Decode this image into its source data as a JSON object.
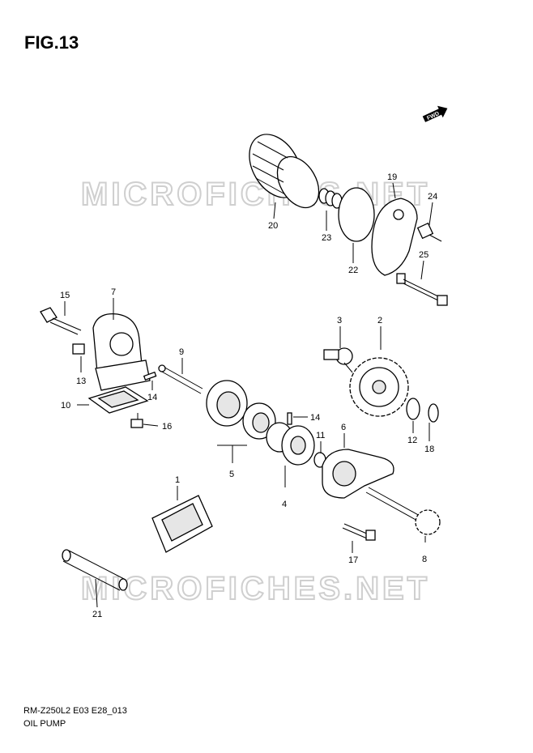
{
  "figure_title": "FIG.13",
  "watermark_text": "MICROFICHES.NET",
  "direction_badge": "FWD",
  "footer": {
    "code": "RM-Z250L2 E03 E28_013",
    "name": "OIL PUMP"
  },
  "callouts": [
    "1",
    "2",
    "3",
    "4",
    "5",
    "6",
    "7",
    "8",
    "9",
    "10",
    "11",
    "12",
    "13",
    "14",
    "14",
    "15",
    "16",
    "17",
    "18",
    "19",
    "20",
    "21",
    "22",
    "23",
    "24",
    "25"
  ]
}
